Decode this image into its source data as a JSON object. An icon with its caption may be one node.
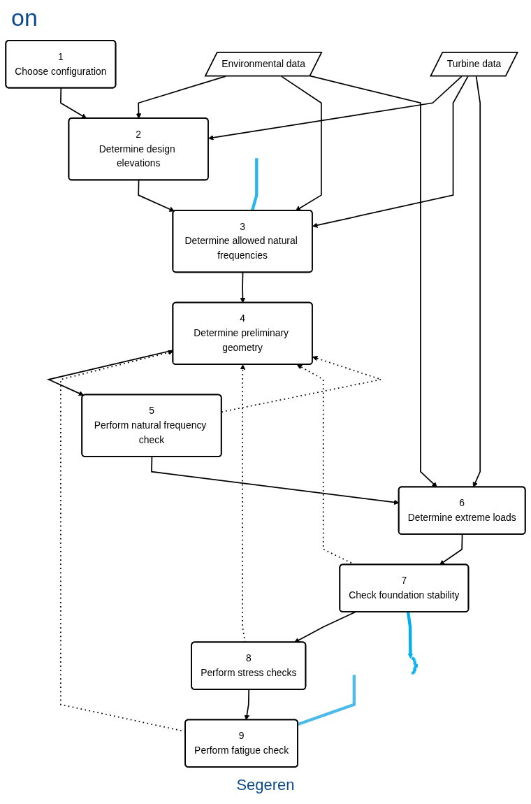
{
  "diagram": {
    "caption": "Segeren",
    "nodes": [
      {
        "text": [
          "Environmental data"
        ]
      },
      {
        "text": [
          "Turbine data"
        ]
      },
      {
        "text": [
          "1",
          "Choose configuration"
        ]
      },
      {
        "text": [
          "2",
          "Determine design elevations"
        ]
      },
      {
        "text": [
          "3",
          "Determine allowed natural frequencies"
        ]
      },
      {
        "text": [
          "4",
          "Determine preliminary geometry"
        ]
      },
      {
        "text": [
          "5",
          "Perform natural frequency check"
        ]
      },
      {
        "text": [
          "6",
          "Determine extreme loads"
        ]
      },
      {
        "text": [
          "7",
          "Check foundation stability"
        ]
      },
      {
        "text": [
          "8",
          "Perform stress checks"
        ]
      },
      {
        "text": [
          "9",
          "Perform fatigue check"
        ]
      },
      {
        "text": [],
        "shape": "bracket"
      }
    ],
    "edges": [
      {
        "from": 2,
        "to": 3,
        "arrow": "to"
      },
      {
        "from": 3,
        "to": 4,
        "arrow": "to"
      },
      {
        "from": 4,
        "to": 5,
        "arrow": "to"
      },
      {
        "from": 5,
        "to": 6,
        "arrow": "to"
      },
      {
        "from": 6,
        "to": 7,
        "arrow": "to"
      },
      {
        "from": 7,
        "to": 8,
        "arrow": "to"
      },
      {
        "from": 8,
        "to": 9,
        "arrow": "to"
      },
      {
        "from": 9,
        "to": 10,
        "arrow": "to"
      },
      {
        "from": 0,
        "to": 3,
        "arrow": "to"
      },
      {
        "from": 0,
        "to": 4,
        "arrow": "to"
      },
      {
        "from": 0,
        "to": 7,
        "arrow": "to"
      },
      {
        "from": 1,
        "to": 3,
        "arrow": "to"
      },
      {
        "from": 1,
        "to": 4,
        "arrow": "to"
      },
      {
        "from": 1,
        "to": 7,
        "arrow": "to"
      },
      {
        "from": 6,
        "to": 5,
        "arrow": "to",
        "style": "dashed"
      },
      {
        "from": 8,
        "to": 5,
        "arrow": "to",
        "style": "dashed"
      },
      {
        "from": 9,
        "to": 5,
        "arrow": "to",
        "style": "dashed"
      },
      {
        "from": 10,
        "to": 5,
        "arrow": "to",
        "style": "dashed"
      },
      {
        "from": null,
        "to": 4,
        "arrow": "none",
        "style": "thick",
        "color": "#29b6ec"
      },
      {
        "from": 8,
        "to": 11,
        "arrow": "to",
        "style": "thick",
        "color": "#00aeef"
      },
      {
        "from": null,
        "to": 10,
        "arrow": "none",
        "style": "thick",
        "color": "#4dbbea"
      }
    ],
    "labels": [
      "on"
    ]
  }
}
